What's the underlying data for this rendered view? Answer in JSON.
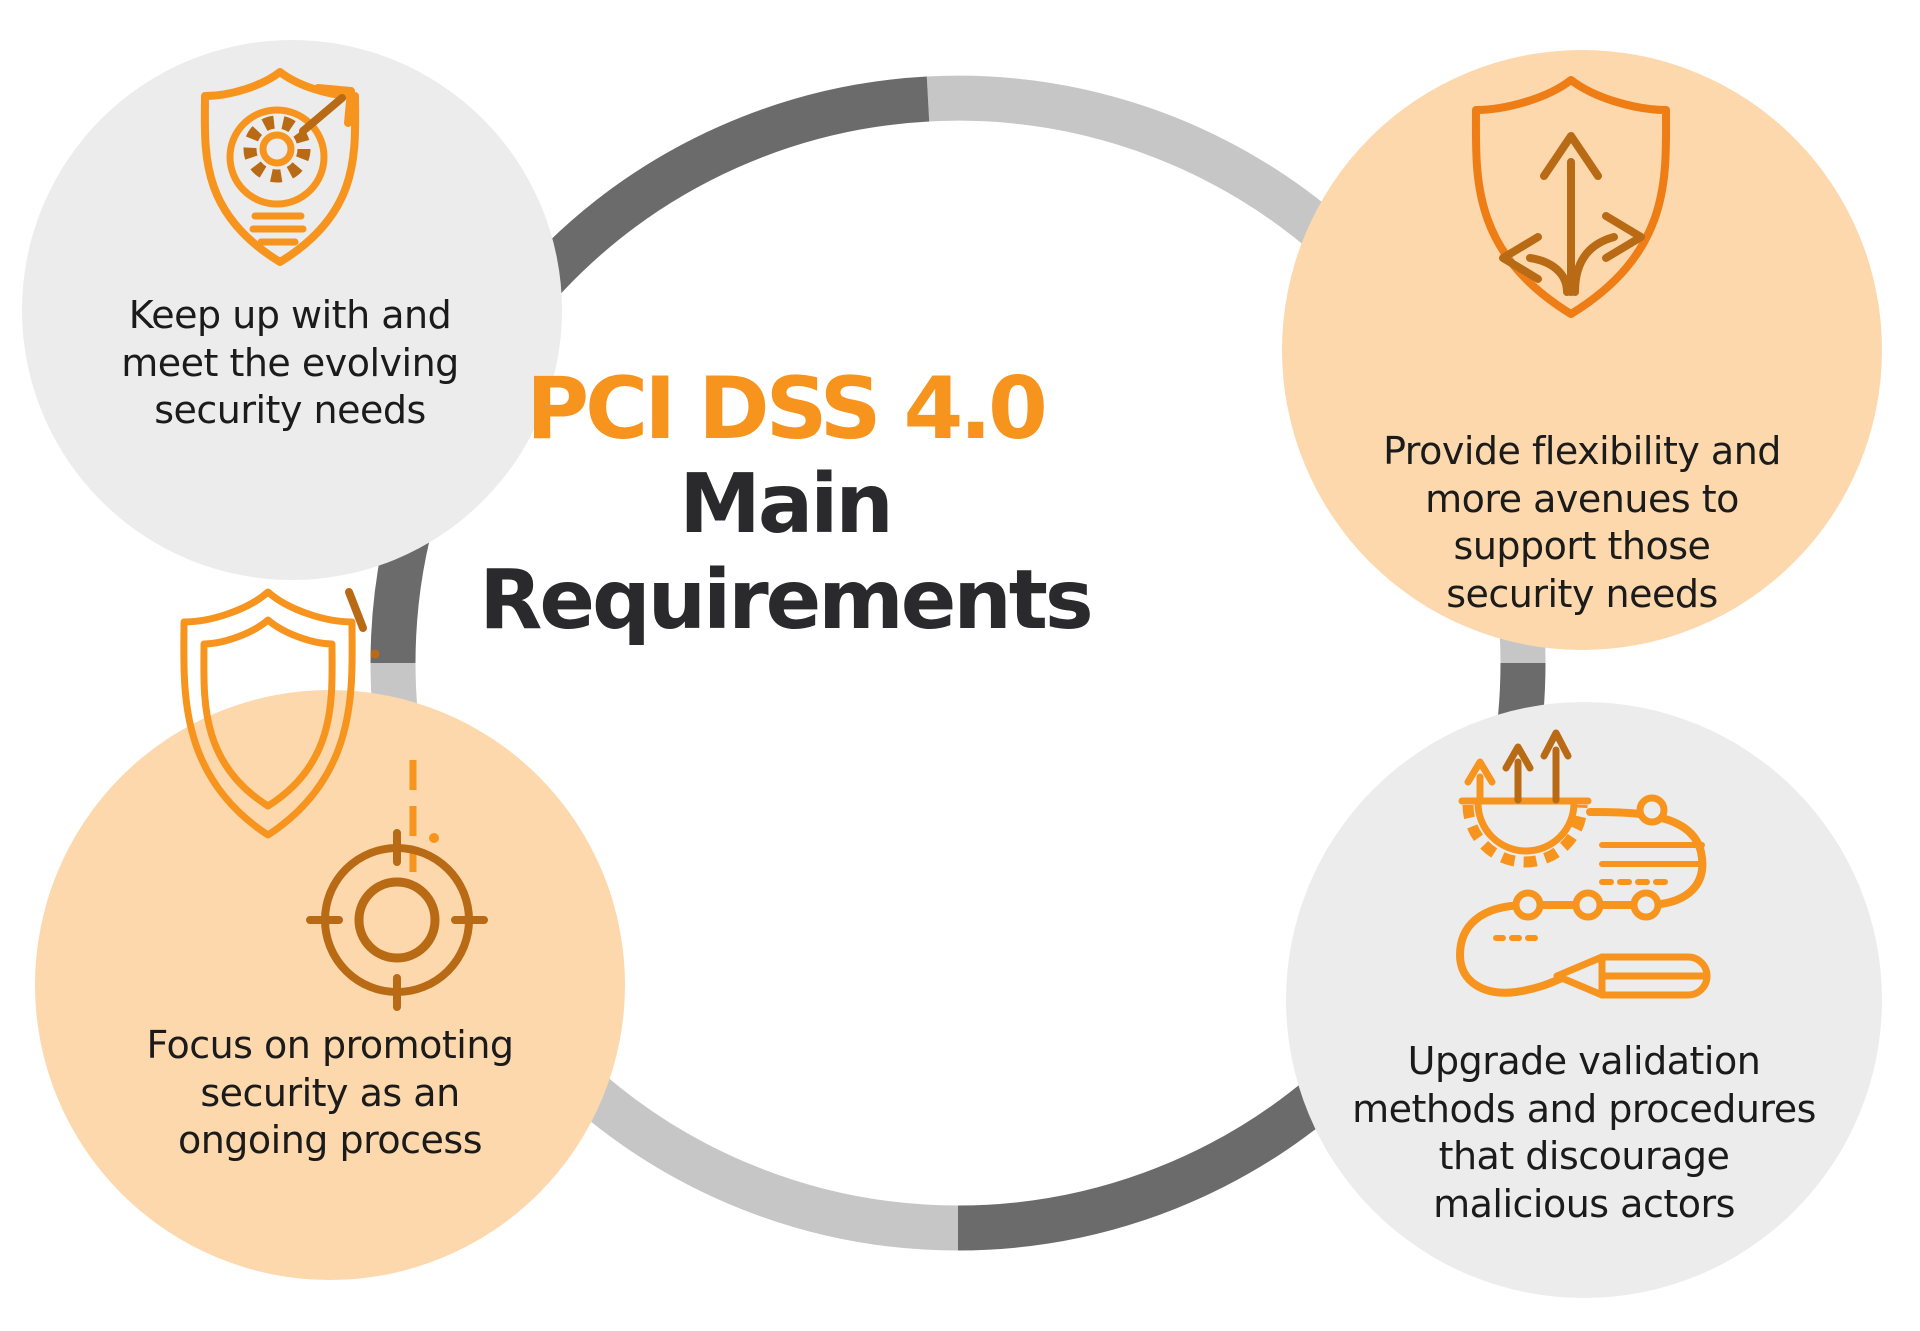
{
  "title": {
    "orange": "PCI DSS 4.0",
    "main": "Main",
    "requirements": "Requirements"
  },
  "bubbles": {
    "top_left": {
      "text": "Keep up with and\nmeet the evolving\nsecurity needs",
      "icon": "shield-lightbulb-gear-arrow-icon"
    },
    "top_right": {
      "text": "Provide flexibility and\nmore avenues to\nsupport those\nsecurity needs",
      "icon": "shield-three-way-arrows-icon"
    },
    "bottom_left": {
      "text": "Focus on promoting\nsecurity as an\nongoing process",
      "icon": "shield-target-icon"
    },
    "bottom_right": {
      "text": "Upgrade validation\nmethods and procedures\nthat discourage\nmalicious actors",
      "icon": "gear-arrows-process-path-pencil-icon"
    }
  },
  "colors": {
    "background": "#ffffff",
    "orange": "#F7941E",
    "orange_deep": "#EF7D15",
    "orange_dark": "#B96A15",
    "bubble_gray": "#ECECEC",
    "bubble_peach": "#FCD8AC",
    "ring_dark": "#6B6B6B",
    "ring_light": "#C6C6C6",
    "title_dark": "#2A292B",
    "body_text": "#1B1B1B"
  }
}
